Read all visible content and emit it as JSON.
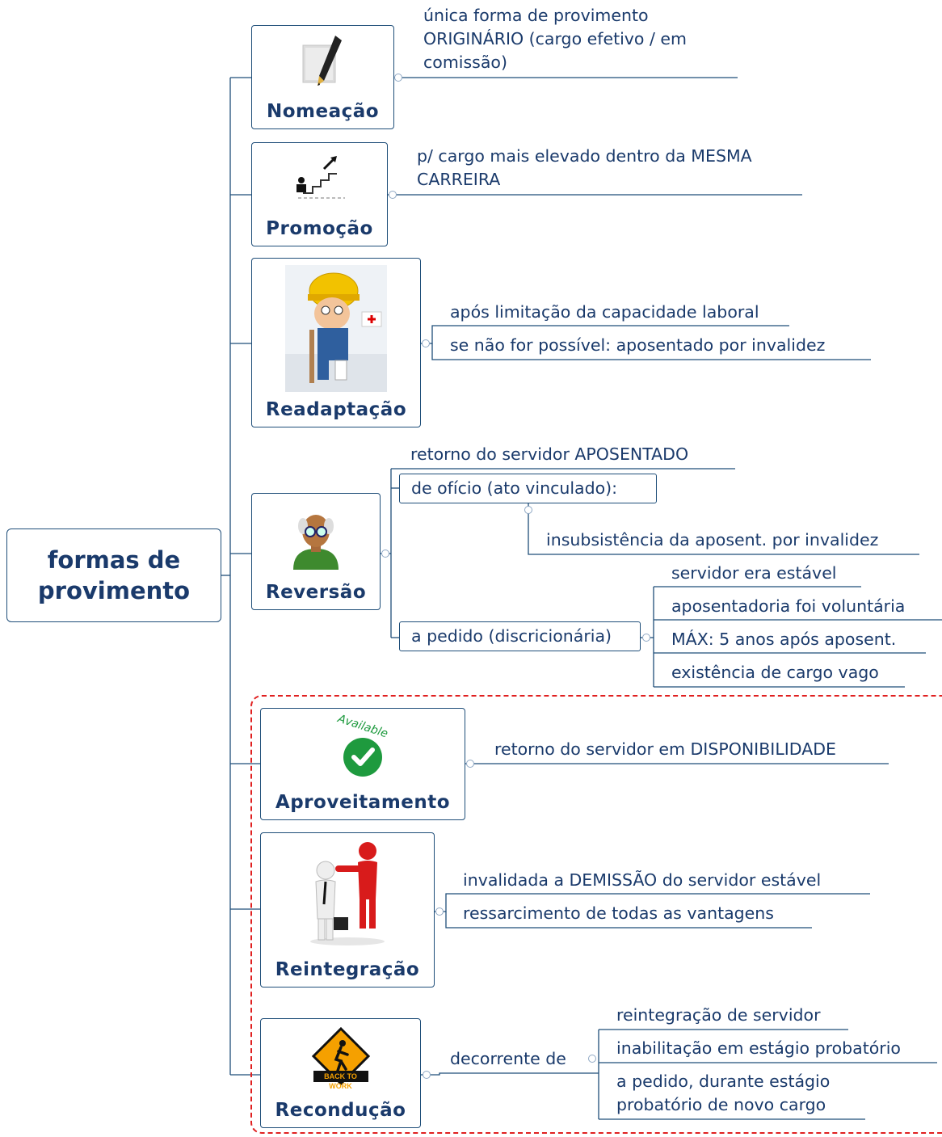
{
  "root": {
    "line1": "formas de",
    "line2": "provimento"
  },
  "nodes": {
    "nomeacao": {
      "title": "Nomeação",
      "note_l1": "única forma de provimento",
      "note_l2": "ORIGINÁRIO (cargo efetivo / em",
      "note_l3": "comissão)"
    },
    "promocao": {
      "title": "Promoção",
      "note_l1": "p/ cargo mais elevado dentro da MESMA",
      "note_l2": "CARREIRA"
    },
    "readaptacao": {
      "title": "Readaptação",
      "note1": "após limitação da capacidade laboral",
      "note2": "se não for possível: aposentado por invalidez"
    },
    "reversao": {
      "title": "Reversão",
      "note1": "retorno do servidor APOSENTADO",
      "oficio": "de ofício (ato vinculado):",
      "oficio_note": "insubsistência da aposent. por invalidez",
      "pedido": "a pedido (discricionária)",
      "pedido_items": [
        "servidor era estável",
        "aposentadoria foi voluntária",
        "MÁX: 5 anos após aposent.",
        "existência de cargo vago"
      ]
    },
    "aproveitamento": {
      "title": "Aproveitamento",
      "badge": "Available",
      "note1": "retorno do servidor em DISPONIBILIDADE"
    },
    "reintegracao": {
      "title": "Reintegração",
      "note1": "invalidada a DEMISSÃO do servidor estável",
      "note2": "ressarcimento de todas as vantagens"
    },
    "reconducao": {
      "title": "Recondução",
      "sign": "BACK TO WORK",
      "decorrente": "decorrente de",
      "items": [
        "reintegração de servidor",
        "inabilitação em estágio probatório"
      ],
      "item3_l1": "a pedido, durante estágio",
      "item3_l2": "probatório de novo cargo"
    }
  },
  "colors": {
    "text": "#1a3a6b",
    "border": "#1f4e79",
    "dashed": "#e02020"
  }
}
